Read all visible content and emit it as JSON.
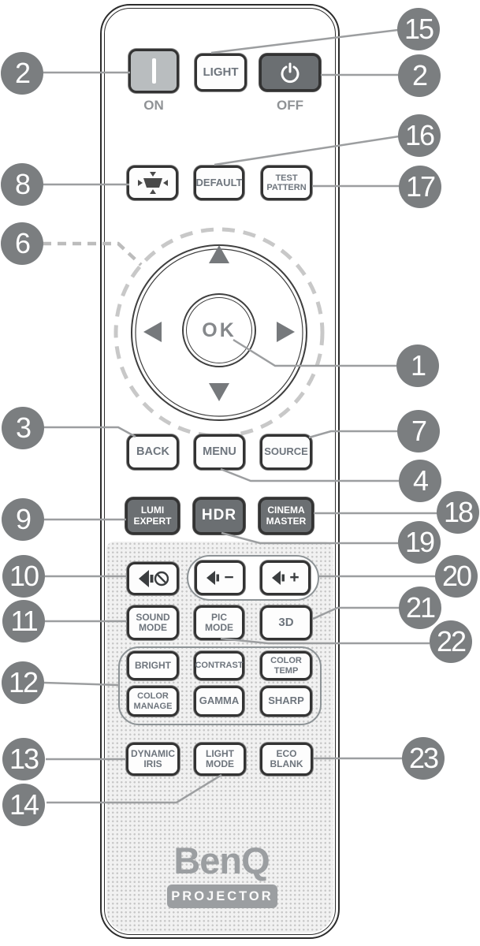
{
  "figure": {
    "type": "projector-remote-control-diagram",
    "brand": "BenQ",
    "badge": "PROJECTOR"
  },
  "remote": {
    "labels": {
      "on": "ON",
      "off": "OFF",
      "ok": "OK"
    },
    "buttons": {
      "light": "LIGHT",
      "default": "DEFAULT",
      "test_pattern": "TEST PATTERN",
      "back": "BACK",
      "menu": "MENU",
      "source": "SOURCE",
      "lumi_expert": "LUMI EXPERT",
      "hdr": "HDR",
      "cinema_master": "CINEMA MASTER",
      "sound_mode": "SOUND MODE",
      "pic_mode": "PIC MODE",
      "three_d": "3D",
      "bright": "BRIGHT",
      "contrast": "CONTRAST",
      "color_temp": "COLOR TEMP",
      "color_manage": "COLOR MANAGE",
      "gamma": "GAMMA",
      "sharp": "SHARP",
      "dynamic_iris": "DYNAMIC IRIS",
      "light_mode": "LIGHT MODE",
      "eco_blank": "ECO BLANK",
      "volume_down_symbol": "−",
      "volume_up_symbol": "+"
    },
    "icons": [
      "on-bar-icon",
      "power-icon",
      "keystone-icon",
      "mute-icon",
      "speaker-icon",
      "arrow-up-icon",
      "arrow-down-icon",
      "arrow-left-icon",
      "arrow-right-icon"
    ]
  },
  "colors": {
    "callout_circle": "#7b7e80",
    "callout_line": "#9c9ea0",
    "dark_button": "#6b6f72",
    "on_button": "#b9bdbf",
    "button_border": "#333333",
    "logo_gray": "#9b9ea1"
  },
  "callouts": [
    {
      "num": "15"
    },
    {
      "num": "2"
    },
    {
      "num": "2"
    },
    {
      "num": "16"
    },
    {
      "num": "8"
    },
    {
      "num": "17"
    },
    {
      "num": "6"
    },
    {
      "num": "1"
    },
    {
      "num": "3"
    },
    {
      "num": "7"
    },
    {
      "num": "4"
    },
    {
      "num": "9"
    },
    {
      "num": "18"
    },
    {
      "num": "19"
    },
    {
      "num": "10"
    },
    {
      "num": "20"
    },
    {
      "num": "11"
    },
    {
      "num": "21"
    },
    {
      "num": "22"
    },
    {
      "num": "12"
    },
    {
      "num": "13"
    },
    {
      "num": "23"
    },
    {
      "num": "14"
    }
  ]
}
